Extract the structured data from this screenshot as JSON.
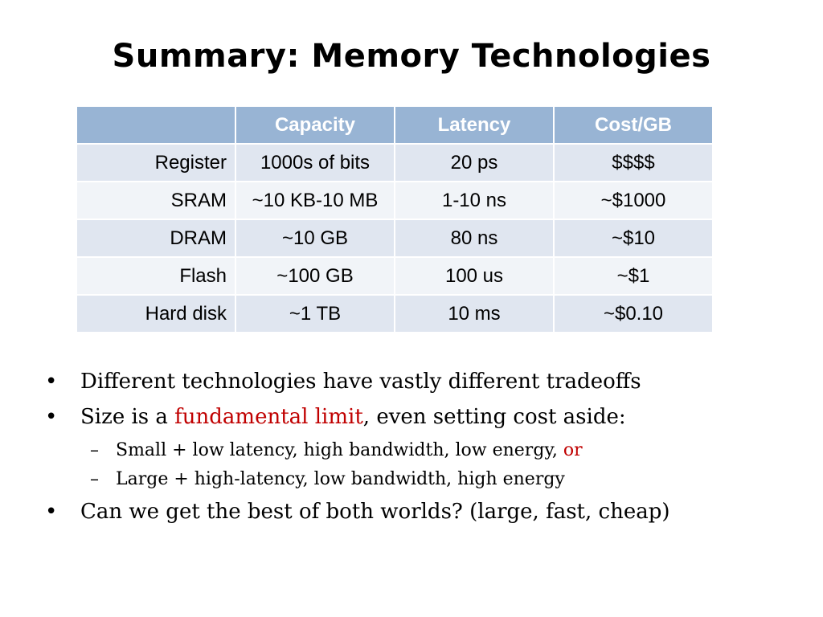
{
  "title": "Summary: Memory Technologies",
  "table": {
    "headers": [
      "",
      "Capacity",
      "Latency",
      "Cost/GB"
    ],
    "rows": [
      {
        "name": "Register",
        "capacity": "1000s of bits",
        "latency": "20 ps",
        "cost": "$$$$"
      },
      {
        "name": "SRAM",
        "capacity": "~10 KB-10 MB",
        "latency": "1-10 ns",
        "cost": "~$1000"
      },
      {
        "name": "DRAM",
        "capacity": "~10 GB",
        "latency": "80 ns",
        "cost": "~$10"
      },
      {
        "name": "Flash",
        "capacity": "~100 GB",
        "latency": "100 us",
        "cost": "~$1"
      },
      {
        "name": "Hard disk",
        "capacity": "~1 TB",
        "latency": "10 ms",
        "cost": "~$0.10"
      }
    ]
  },
  "bullets": {
    "marker": "•",
    "dash": "–",
    "b1": "Different technologies have vastly different tradeoffs",
    "b2_pre": "Size is a ",
    "b2_highlight": "fundamental limit",
    "b2_post": ", even setting cost aside:",
    "sub1_pre": "Small + low latency, high bandwidth, low energy, ",
    "sub1_highlight": "or",
    "sub2": "Large + high-latency, low bandwidth, high energy",
    "b3": "Can we get the best of both worlds? (large, fast, cheap)"
  },
  "colors": {
    "header_bg": "#98b4d4",
    "row_odd_bg": "#e0e6f0",
    "row_even_bg": "#f1f4f8",
    "highlight_red": "#c00000"
  }
}
